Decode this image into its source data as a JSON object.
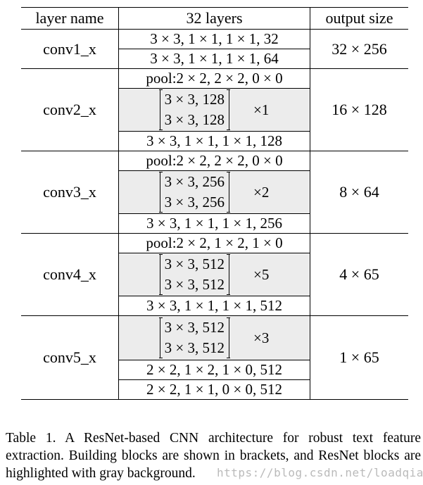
{
  "table": {
    "headers": [
      "layer name",
      "32 layers",
      "output size"
    ],
    "rows": [
      {
        "name": "conv1_x",
        "output": "32 × 256",
        "ops": [
          "3 × 3, 1 × 1, 1 × 1, 32",
          "3 × 3, 1 × 1, 1 × 1, 64"
        ]
      },
      {
        "name": "conv2_x",
        "output": "16 × 128",
        "pool": "pool:2 × 2, 2 × 2, 0 × 0",
        "block": [
          "3 × 3, 128",
          "3 × 3, 128"
        ],
        "mult": "×1",
        "after": [
          "3 × 3, 1 × 1, 1 × 1, 128"
        ]
      },
      {
        "name": "conv3_x",
        "output": "8 × 64",
        "pool": "pool:2 × 2, 2 × 2, 0 × 0",
        "block": [
          "3 × 3, 256",
          "3 × 3, 256"
        ],
        "mult": "×2",
        "after": [
          "3 × 3, 1 × 1, 1 × 1, 256"
        ]
      },
      {
        "name": "conv4_x",
        "output": "4 × 65",
        "pool": "pool:2 × 2, 1 × 2, 1 × 0",
        "block": [
          "3 × 3, 512",
          "3 × 3, 512"
        ],
        "mult": "×5",
        "after": [
          "3 × 3, 1 × 1, 1 × 1, 512"
        ]
      },
      {
        "name": "conv5_x",
        "output": "1 × 65",
        "block": [
          "3 × 3, 512",
          "3 × 3, 512"
        ],
        "mult": "×3",
        "after": [
          "2 × 2, 1 × 2, 1 × 0, 512",
          "2 × 2, 1 × 1, 0 × 0, 512"
        ]
      }
    ]
  },
  "caption": "Table 1. A ResNet-based CNN architecture for robust text feature extraction.  Building blocks are shown in brackets, and ResNet blocks are highlighted with gray background.",
  "watermark": "https://blog.csdn.net/loadqian",
  "colors": {
    "block_bg": "#ececec",
    "text": "#000000"
  }
}
